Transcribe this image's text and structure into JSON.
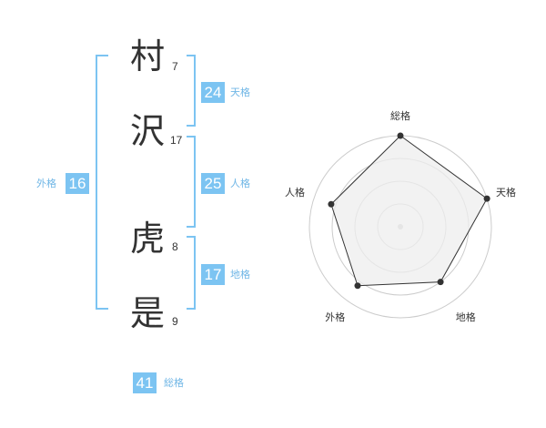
{
  "name_chars": [
    {
      "char": "村",
      "strokes": "7"
    },
    {
      "char": "沢",
      "strokes": "17"
    },
    {
      "char": "虎",
      "strokes": "8"
    },
    {
      "char": "是",
      "strokes": "9"
    }
  ],
  "fortunes": {
    "tenkaku": {
      "value": "24",
      "label": "天格"
    },
    "jinkaku": {
      "value": "25",
      "label": "人格"
    },
    "chikaku": {
      "value": "17",
      "label": "地格"
    },
    "gaikaku": {
      "value": "16",
      "label": "外格"
    },
    "soukaku": {
      "value": "41",
      "label": "総格"
    }
  },
  "chart_data": {
    "type": "radar",
    "axes": [
      "総格",
      "天格",
      "地格",
      "外格",
      "人格"
    ],
    "values": [
      1.0,
      1.0,
      0.75,
      0.8,
      0.8
    ],
    "rings": 4,
    "colors": {
      "fill": "#eeeeee",
      "line": "#333333",
      "grid": "#cccccc",
      "bracket": "#7cc4f2"
    }
  }
}
